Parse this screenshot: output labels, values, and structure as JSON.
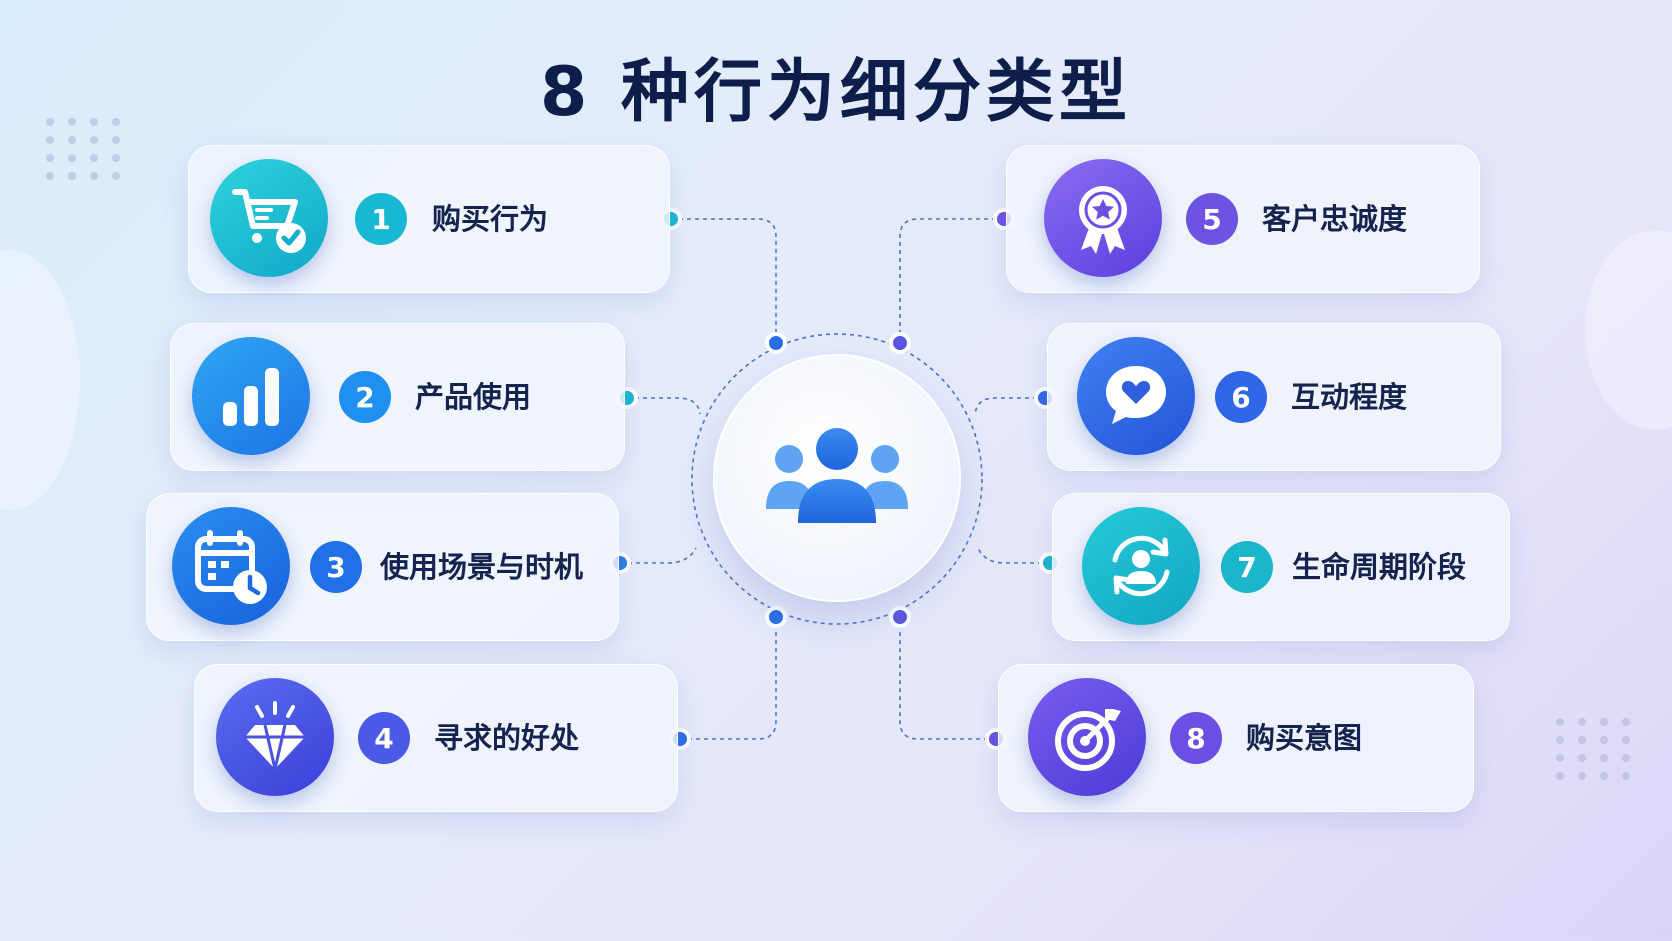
{
  "title": "8 种行为细分类型",
  "center": {
    "icon": "users-group-icon"
  },
  "items": [
    {
      "number": "1",
      "label": "购买行为",
      "icon": "shopping-cart-check-icon",
      "color": "#1cc0d8"
    },
    {
      "number": "2",
      "label": "产品使用",
      "icon": "bar-chart-icon",
      "color": "#1f8ff0"
    },
    {
      "number": "3",
      "label": "使用场景与时机",
      "icon": "calendar-clock-icon",
      "color": "#2170e8"
    },
    {
      "number": "4",
      "label": "寻求的好处",
      "icon": "diamond-icon",
      "color": "#4a5ae6"
    },
    {
      "number": "5",
      "label": "客户忠诚度",
      "icon": "award-badge-icon",
      "color": "#6d52e4"
    },
    {
      "number": "6",
      "label": "互动程度",
      "icon": "heart-chat-icon",
      "color": "#2f67e8"
    },
    {
      "number": "7",
      "label": "生命周期阶段",
      "icon": "user-cycle-icon",
      "color": "#1cb6cc"
    },
    {
      "number": "8",
      "label": "购买意图",
      "icon": "target-arrow-icon",
      "color": "#6a4fe2"
    }
  ]
}
